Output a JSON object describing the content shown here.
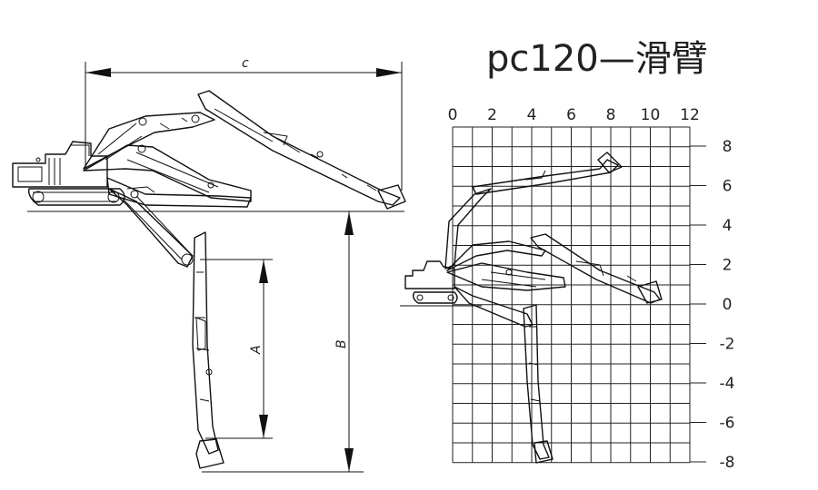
{
  "title": "pc120—滑臂",
  "dimensions": {
    "c": "c",
    "a": "A",
    "b": "B"
  },
  "grid": {
    "x_ticks": [
      "0",
      "2",
      "4",
      "6",
      "8",
      "10",
      "12"
    ],
    "y_ticks": [
      "8",
      "6",
      "4",
      "2",
      "0",
      "-2",
      "-4",
      "-6",
      "-8"
    ]
  },
  "icons": [
    "excavator-side-view-drawing",
    "excavator-grid-view-drawing"
  ]
}
